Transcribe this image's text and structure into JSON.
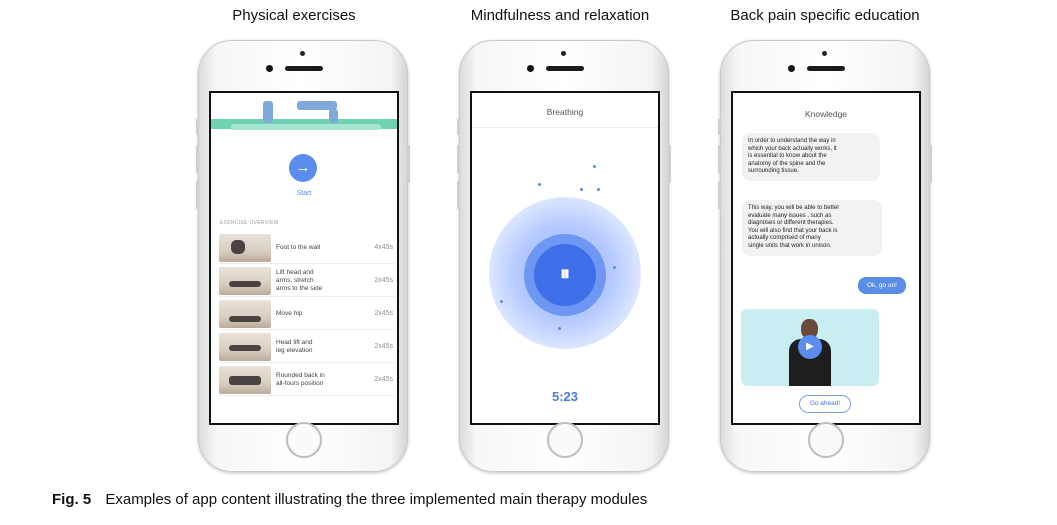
{
  "modules": [
    {
      "title": "Physical exercises"
    },
    {
      "title": "Mindfulness and relaxation"
    },
    {
      "title": "Back pain specific education"
    }
  ],
  "exercises": {
    "start_icon": "arrow-right-icon",
    "start_label": "Start",
    "overview_label": "EXERCISE OVERVIEW",
    "items": [
      {
        "name": "Foot to the wall",
        "reps": "4x45s"
      },
      {
        "name": "Lift head and\narms, stretch\narms to the side",
        "reps": "2x45s"
      },
      {
        "name": "Move hip",
        "reps": "2x45s"
      },
      {
        "name": "Head lift and\nleg elevation",
        "reps": "2x45s"
      },
      {
        "name": "Rounded back in\nall-fours position",
        "reps": "2x45s"
      }
    ]
  },
  "breathing": {
    "title": "Breathing",
    "pause_glyph": "⏸",
    "timer": "5:23"
  },
  "knowledge": {
    "title": "Knowledge",
    "bubble1": "In order to understand the way in\nwhich your back actually works, it\nis essential to know about the\nanatomy of the spine and the\nsurrounding tissue.",
    "bubble2": "This way, you will be able to better\nevaluate many issues , such as\ndiagnoses or different therapies.\nYou will also find that your back is\nactually comprised of many\nsingle units that work in unison.",
    "reply": "Ok, go on!",
    "video_play": "▶",
    "go_ahead": "Go ahead!"
  },
  "caption": {
    "label": "Fig. 5",
    "text": "Examples of app content illustrating the three implemented main therapy modules"
  },
  "colors": {
    "accent": "#5b8def",
    "breathing_core": "#3f6fe8",
    "mat": "#6fd3b3"
  }
}
